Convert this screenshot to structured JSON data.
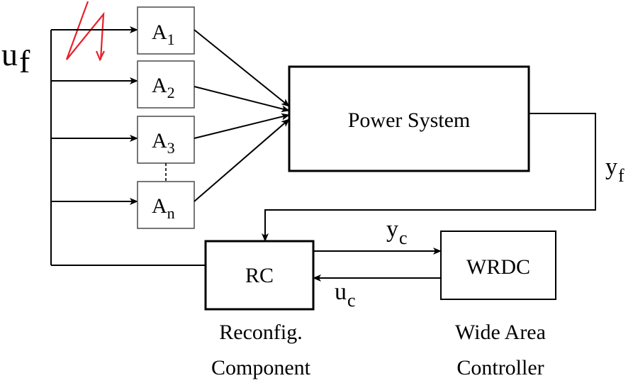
{
  "signals": {
    "uf": {
      "main": "u",
      "sub": "f"
    },
    "yf": {
      "main": "y",
      "sub": "f"
    },
    "yc": {
      "main": "y",
      "sub": "c"
    },
    "uc": {
      "main": "u",
      "sub": "c"
    }
  },
  "actuators": [
    {
      "letter": "A",
      "sub": "1"
    },
    {
      "letter": "A",
      "sub": "2"
    },
    {
      "letter": "A",
      "sub": "3"
    },
    {
      "letter": "A",
      "sub": "n"
    }
  ],
  "blocks": {
    "power_system": "Power System",
    "rc": "RC",
    "wrdc": "WRDC"
  },
  "captions": {
    "rc": [
      "Reconfig.",
      "Component"
    ],
    "wrdc": [
      "Wide Area",
      "Controller"
    ]
  },
  "colors": {
    "line": "#000000",
    "box_border_thin": "#555555",
    "fault": "#e8202a"
  }
}
